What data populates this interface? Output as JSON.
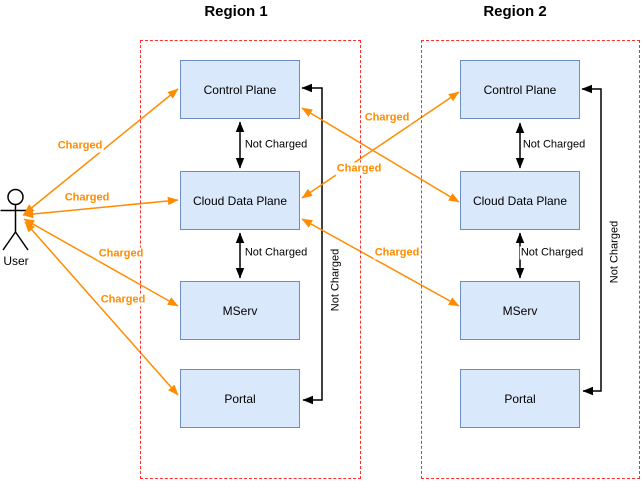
{
  "actor": {
    "label": "User"
  },
  "regions": [
    {
      "title": "Region 1",
      "nodes": [
        {
          "label": "Control Plane"
        },
        {
          "label": "Cloud Data Plane"
        },
        {
          "label": "MServ"
        },
        {
          "label": "Portal"
        }
      ]
    },
    {
      "title": "Region 2",
      "nodes": [
        {
          "label": "Control Plane"
        },
        {
          "label": "Cloud Data Plane"
        },
        {
          "label": "MServ"
        },
        {
          "label": "Portal"
        }
      ]
    }
  ],
  "edge_labels": {
    "charged": "Charged",
    "not_charged": "Not Charged"
  },
  "connections": {
    "user_edges": [
      {
        "from": "User",
        "to": "Region 1 / Control Plane",
        "label": "Charged",
        "style": "orange-double-arrow"
      },
      {
        "from": "User",
        "to": "Region 1 / Cloud Data Plane",
        "label": "Charged",
        "style": "orange-double-arrow"
      },
      {
        "from": "User",
        "to": "Region 1 / MServ",
        "label": "Charged",
        "style": "orange-double-arrow"
      },
      {
        "from": "User",
        "to": "Region 1 / Portal",
        "label": "Charged",
        "style": "orange-double-arrow"
      }
    ],
    "cross_region_edges": [
      {
        "from": "Region 1 / Control Plane",
        "to": "Region 2 / Cloud Data Plane",
        "label": "Charged",
        "style": "orange-double-arrow"
      },
      {
        "from": "Region 1 / Cloud Data Plane",
        "to": "Region 2 / Control Plane",
        "label": "Charged",
        "style": "orange-double-arrow"
      },
      {
        "from": "Region 1 / Cloud Data Plane",
        "to": "Region 2 / MServ",
        "label": "Charged",
        "style": "orange-double-arrow"
      }
    ],
    "intra_region_edges": [
      {
        "region": "Region 1",
        "from": "Control Plane",
        "to": "Cloud Data Plane",
        "label": "Not Charged",
        "style": "black-double-arrow"
      },
      {
        "region": "Region 1",
        "from": "Cloud Data Plane",
        "to": "MServ",
        "label": "Not Charged",
        "style": "black-double-arrow"
      },
      {
        "region": "Region 1",
        "from": "Control Plane",
        "to": "Portal",
        "label": "Not Charged",
        "style": "black-double-arrow-right-side"
      },
      {
        "region": "Region 2",
        "from": "Control Plane",
        "to": "Cloud Data Plane",
        "label": "Not Charged",
        "style": "black-double-arrow"
      },
      {
        "region": "Region 2",
        "from": "Cloud Data Plane",
        "to": "MServ",
        "label": "Not Charged",
        "style": "black-double-arrow"
      },
      {
        "region": "Region 2",
        "from": "Control Plane",
        "to": "Portal",
        "label": "Not Charged",
        "style": "black-double-arrow-right-side"
      }
    ]
  },
  "colors": {
    "node_fill": "#dae8fc",
    "node_border": "#6c8ebf",
    "region_border": "#ff2d2d",
    "charged_accent": "#ff8c00",
    "line_black": "#000000"
  }
}
